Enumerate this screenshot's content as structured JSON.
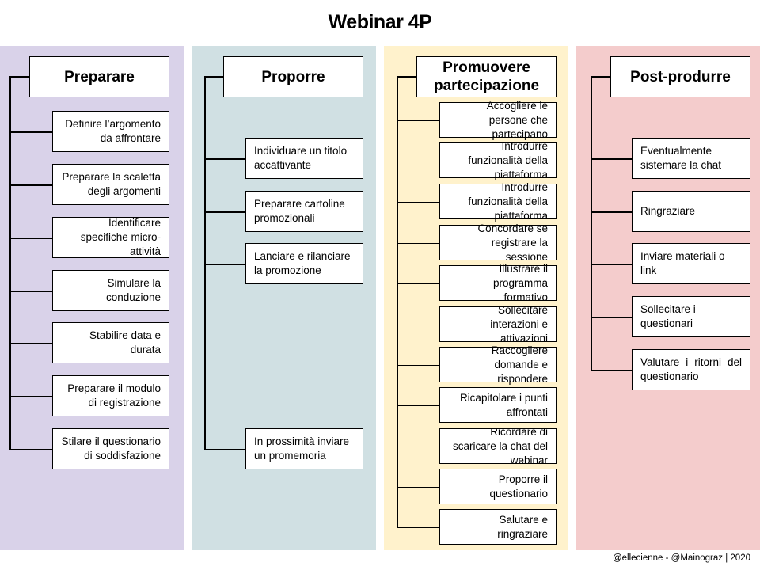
{
  "title": "Webinar 4P",
  "footer": "@ellecienne - @Mainograz | 2020",
  "colors": {
    "preparare": "#d9d2e9",
    "proporre": "#d0e0e3",
    "promuovere": "#fff2cc",
    "postprodurre": "#f4cccc"
  },
  "columns": [
    {
      "heading": "Preparare",
      "items": [
        "Definire l’argomento da affrontare",
        "Preparare la scaletta degli argomenti",
        "Identificare specifiche micro-attività",
        "Simulare la conduzione",
        "Stabilire data e durata",
        "Preparare il modulo di registrazione",
        "Stilare il questionario di soddisfazione"
      ]
    },
    {
      "heading": "Proporre",
      "items": [
        "Individuare un titolo accattivante",
        "Preparare cartoline promozionali",
        "Lanciare e rilanciare la promozione",
        "In prossimità inviare un promemoria"
      ]
    },
    {
      "heading": "Promuovere partecipazione",
      "items": [
        "Accogliere le persone che partecipano",
        "Introdurre funzionalità della piattaforma",
        "Introdurre funzionalità della piattaforma",
        "Concordare se registrare la sessione",
        "Illustrare il programma formativo",
        "Sollecitare interazioni e attivazioni",
        "Raccogliere domande e rispondere",
        "Ricapitolare i punti affrontati",
        "Ricordare di scaricare la chat del webinar",
        "Proporre il questionario",
        "Salutare e ringraziare"
      ]
    },
    {
      "heading": "Post-produrre",
      "items": [
        "Eventualmente sistemare la chat",
        "Ringraziare",
        "Inviare materiali o link",
        "Sollecitare i questionari",
        "Valutare i ritorni del questionario"
      ]
    }
  ]
}
